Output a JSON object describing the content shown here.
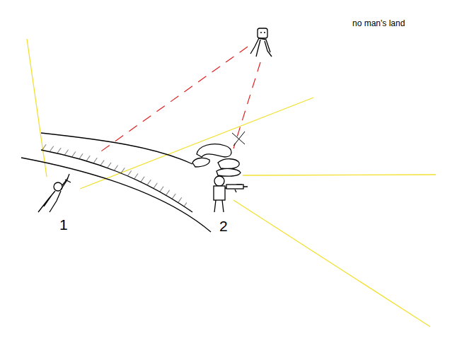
{
  "diagram": {
    "labels": [
      "no man's land",
      "1",
      "2"
    ]
  }
}
